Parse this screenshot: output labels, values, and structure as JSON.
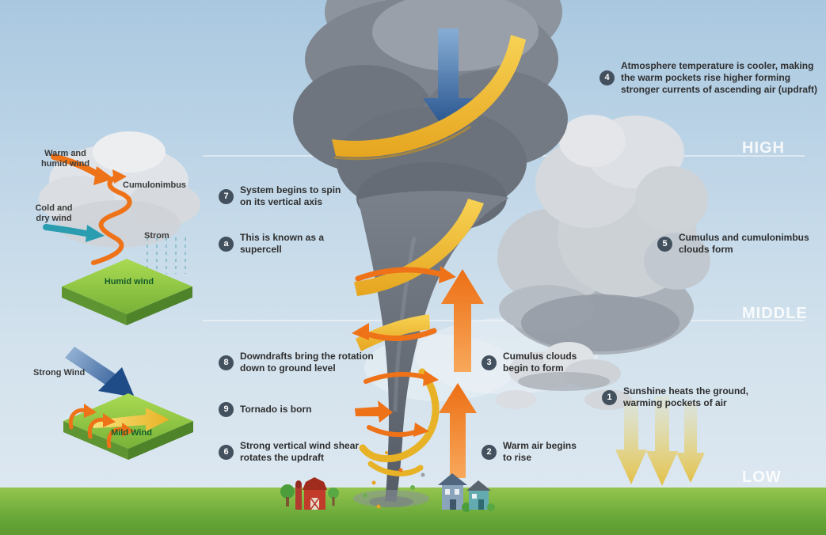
{
  "levels": {
    "high": "HIGH",
    "middle": "MIDDLE",
    "low": "LOW"
  },
  "annotations": [
    {
      "id": "4",
      "text": "Atmosphere temperature is cooler, making the warm pockets rise higher forming stronger currents of ascending air (updraft)"
    },
    {
      "id": "7",
      "text": "System begins to spin on its vertical axis"
    },
    {
      "id": "a",
      "text": "This is known as a supercell"
    },
    {
      "id": "5",
      "text": "Cumulus and cumulonimbus clouds form"
    },
    {
      "id": "8",
      "text": "Downdrafts bring the rotation down to ground level"
    },
    {
      "id": "3",
      "text": "Cumulus clouds begin to form"
    },
    {
      "id": "1",
      "text": "Sunshine heats the ground, warming pockets of air"
    },
    {
      "id": "9",
      "text": "Tornado is born"
    },
    {
      "id": "2",
      "text": "Warm air begins to rise"
    },
    {
      "id": "6",
      "text": "Strong vertical wind shear rotates the updraft"
    }
  ],
  "supercell_diagram": {
    "warm_wind": "Warm and humid wind",
    "cumulonimbus": "Cumulonimbus",
    "cold_wind": "Cold and dry wind",
    "storm": "Strom",
    "humid_wind": "Humid wind"
  },
  "shear_diagram": {
    "strong_wind": "Strong Wind",
    "mild_wind": "Mild Wind"
  },
  "colors": {
    "accent_orange": "#ee7218",
    "accent_yellow": "#e8b226",
    "accent_blue": "#2f5f9e",
    "accent_teal": "#2a9db0",
    "badge": "#43505e",
    "ground_green": "#64a436"
  }
}
